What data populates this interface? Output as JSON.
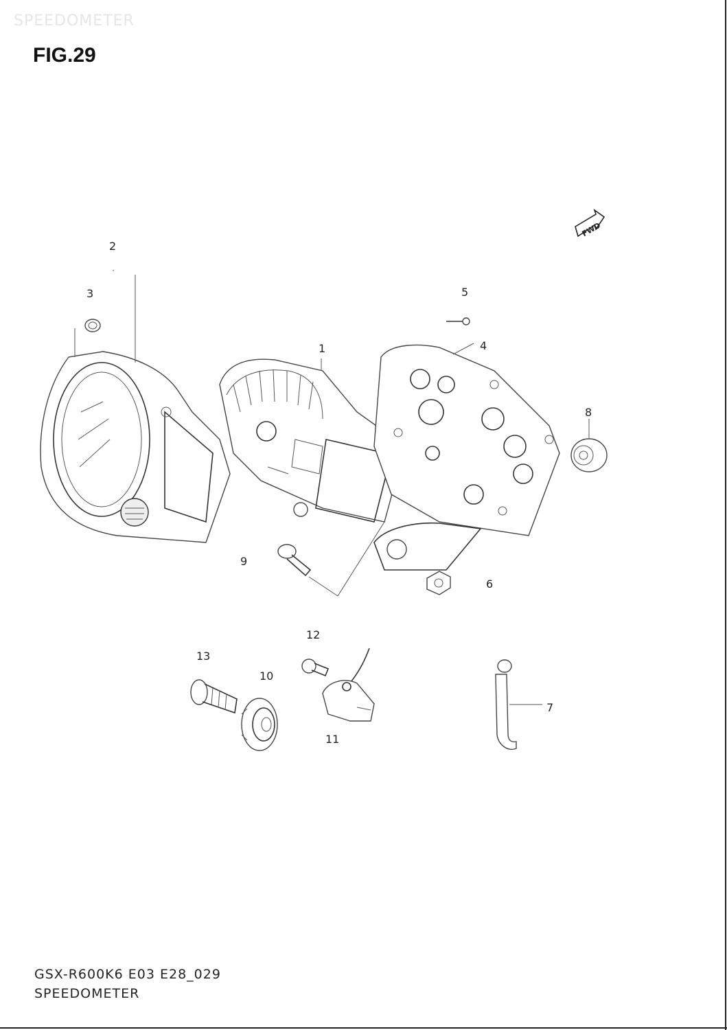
{
  "header": {
    "watermark": "SPEEDOMETER",
    "figure_label": "FIG.29"
  },
  "diagram": {
    "fwd_label": "FWD",
    "callouts": [
      "1",
      "2",
      "3",
      "4",
      "5",
      "6",
      "7",
      "8",
      "9",
      "10",
      "11",
      "12",
      "13"
    ]
  },
  "footer": {
    "code": "GSX-R600K6 E03 E28_029",
    "name": "SPEEDOMETER"
  }
}
